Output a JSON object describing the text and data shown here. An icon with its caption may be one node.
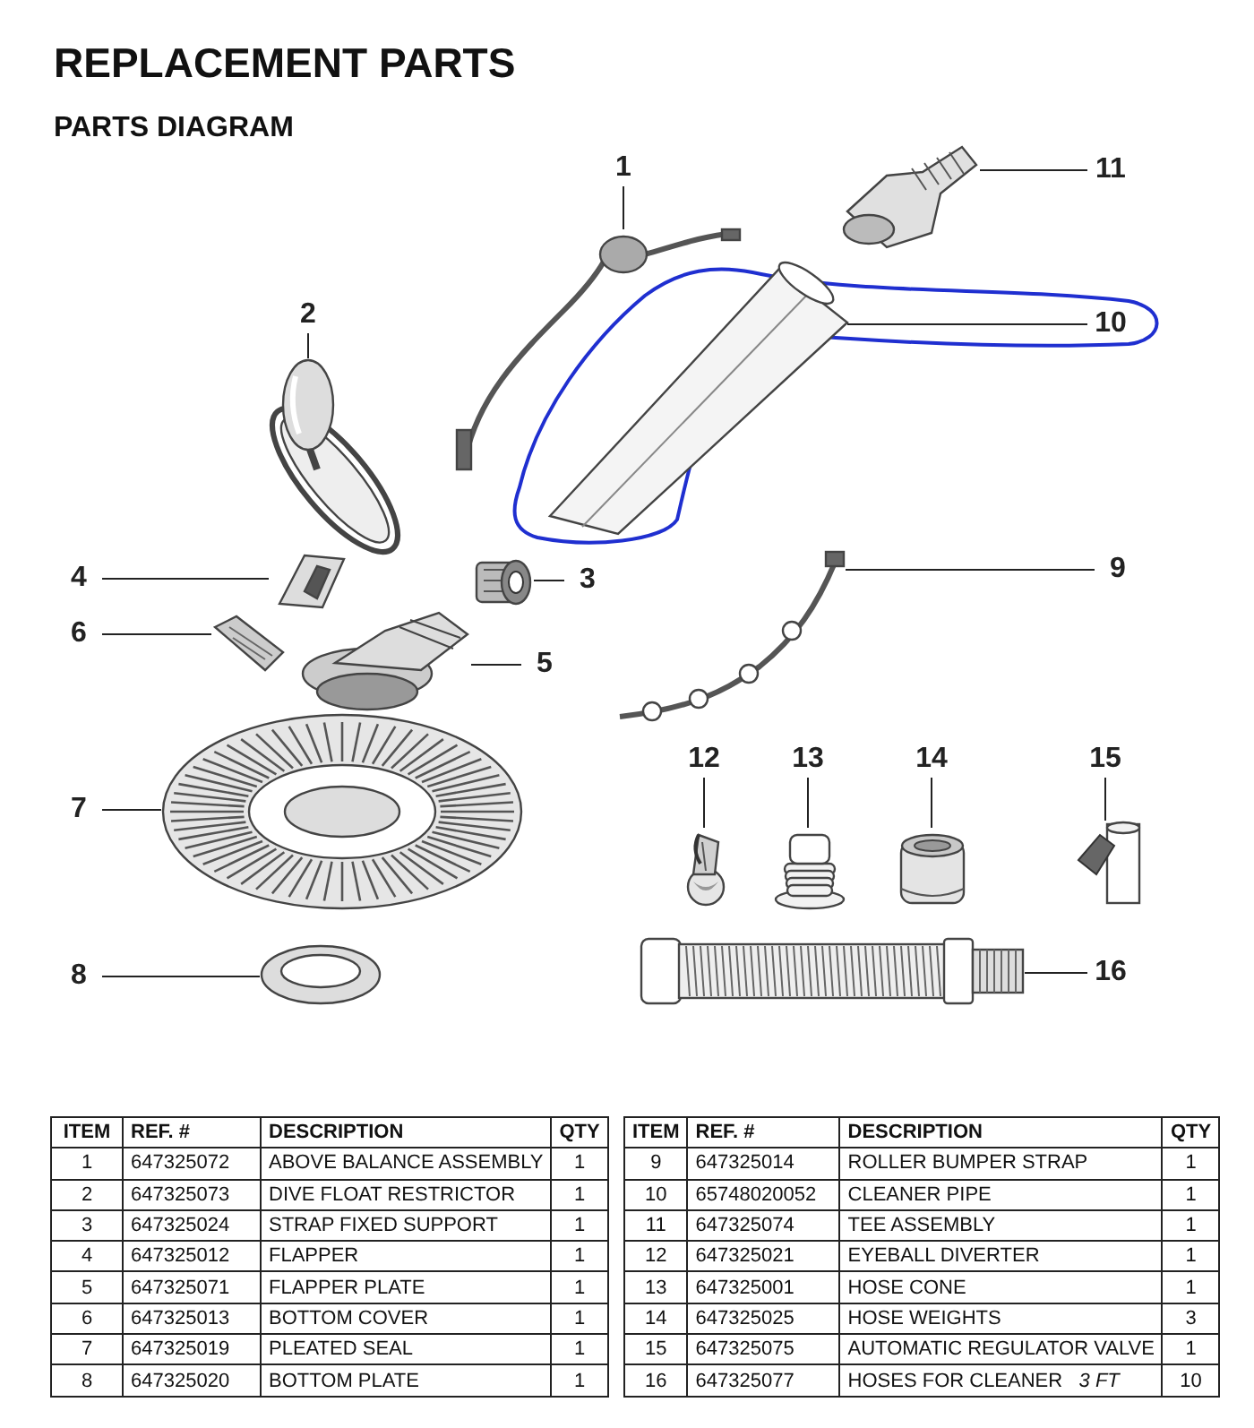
{
  "diagram": {
    "title": "REPLACEMENT PARTS",
    "nodes": [
      {
        "text": [
          "1"
        ]
      },
      {
        "text": [],
        "shape": "picture"
      },
      {
        "text": [
          "2"
        ]
      },
      {
        "text": [],
        "shape": "picture"
      },
      {
        "text": [
          "3"
        ]
      },
      {
        "text": [],
        "shape": "picture"
      },
      {
        "text": [
          "4"
        ]
      },
      {
        "text": [],
        "shape": "picture"
      },
      {
        "text": [
          "5"
        ]
      },
      {
        "text": [],
        "shape": "picture"
      },
      {
        "text": [
          "6"
        ]
      },
      {
        "text": [],
        "shape": "picture"
      },
      {
        "text": [
          "7"
        ]
      },
      {
        "text": [],
        "shape": "picture"
      },
      {
        "text": [
          "8"
        ]
      },
      {
        "text": [],
        "shape": "picture"
      },
      {
        "text": [
          "9"
        ]
      },
      {
        "text": [],
        "shape": "picture"
      },
      {
        "text": [
          "10"
        ]
      },
      {
        "text": [],
        "shape": "picture"
      },
      {
        "text": [
          "11"
        ]
      },
      {
        "text": [],
        "shape": "picture"
      },
      {
        "text": [
          "12"
        ]
      },
      {
        "text": [],
        "shape": "picture"
      },
      {
        "text": [
          "13"
        ]
      },
      {
        "text": [],
        "shape": "picture"
      },
      {
        "text": [
          "14"
        ]
      },
      {
        "text": [],
        "shape": "picture"
      },
      {
        "text": [
          "15"
        ]
      },
      {
        "text": [],
        "shape": "picture"
      },
      {
        "text": [
          "16"
        ]
      },
      {
        "text": [],
        "shape": "picture"
      }
    ],
    "edges": [
      {
        "from": 0,
        "to": 1,
        "arrow": "none"
      },
      {
        "from": 2,
        "to": 3,
        "arrow": "none"
      },
      {
        "from": 4,
        "to": 5,
        "arrow": "none"
      },
      {
        "from": 6,
        "to": 7,
        "arrow": "none"
      },
      {
        "from": 8,
        "to": 9,
        "arrow": "none"
      },
      {
        "from": 10,
        "to": 11,
        "arrow": "none"
      },
      {
        "from": 12,
        "to": 13,
        "arrow": "none"
      },
      {
        "from": 14,
        "to": 15,
        "arrow": "none"
      },
      {
        "from": 16,
        "to": 17,
        "arrow": "none"
      },
      {
        "from": 18,
        "to": 19,
        "arrow": "none"
      },
      {
        "from": 20,
        "to": 21,
        "arrow": "none"
      },
      {
        "from": 22,
        "to": 23,
        "arrow": "none"
      },
      {
        "from": 24,
        "to": 25,
        "arrow": "none"
      },
      {
        "from": 26,
        "to": 27,
        "arrow": "none"
      },
      {
        "from": 28,
        "to": 29,
        "arrow": "none"
      },
      {
        "from": 30,
        "to": 31,
        "arrow": "none"
      }
    ],
    "labels": [
      "PARTS DIAGRAM",
      "ITEM",
      "REF. #",
      "DESCRIPTION",
      "QTY",
      "1",
      "647325072",
      "ABOVE BALANCE ASSEMBLY",
      "1",
      "2",
      "647325073",
      "DIVE FLOAT RESTRICTOR",
      "1",
      "3",
      "647325024",
      "STRAP FIXED SUPPORT",
      "1",
      "4",
      "647325012",
      "FLAPPER",
      "1",
      "5",
      "647325071",
      "FLAPPER PLATE",
      "1",
      "6",
      "647325013",
      "BOTTOM COVER",
      "1",
      "7",
      "647325019",
      "PLEATED SEAL",
      "1",
      "8",
      "647325020",
      "BOTTOM PLATE",
      "1",
      "ITEM",
      "REF. #",
      "DESCRIPTION",
      "QTY",
      "9",
      "647325014",
      "ROLLER BUMPER STRAP",
      "1",
      "10",
      "65748020052",
      "CLEANER PIPE",
      "1",
      "11",
      "647325074",
      "TEE ASSEMBLY",
      "1",
      "12",
      "647325021",
      "EYEBALL DIVERTER",
      "1",
      "13",
      "647325001",
      "HOSE CONE",
      "1",
      "14",
      "647325025",
      "HOSE WEIGHTS",
      "3",
      "15",
      "647325075",
      "AUTOMATIC REGULATOR VALVE",
      "1",
      "16",
      "647325077",
      "HOSES FOR CLEANER   *3 FT*",
      "10"
    ]
  }
}
